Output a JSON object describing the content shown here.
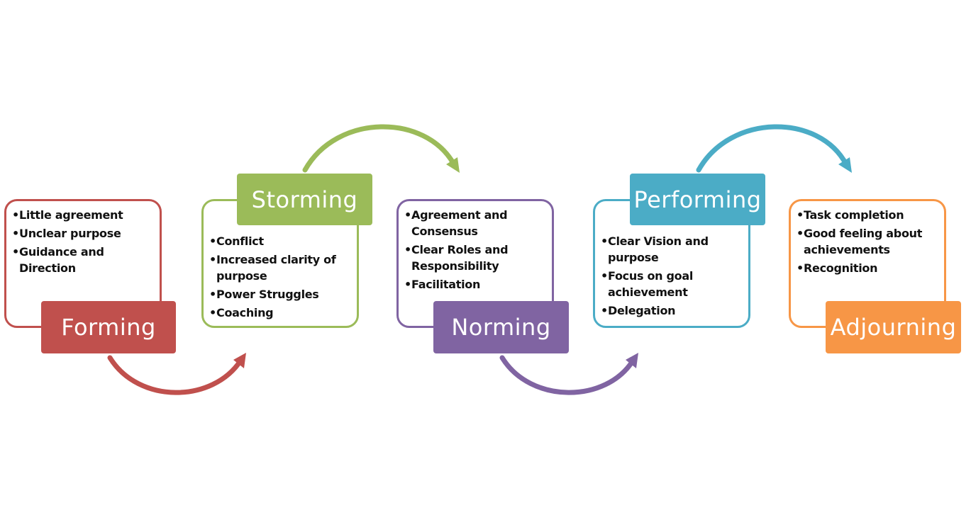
{
  "stages": [
    {
      "name": "Forming",
      "color": "#c0504d",
      "bullets": [
        "Little agreement",
        "Unclear purpose",
        "Guidance and Direction"
      ]
    },
    {
      "name": "Storming",
      "color": "#9bbb59",
      "bullets": [
        "Conflict",
        "Increased clarity of purpose",
        "Power Struggles",
        "Coaching"
      ]
    },
    {
      "name": "Norming",
      "color": "#8064a2",
      "bullets": [
        "Agreement and Consensus",
        "Clear Roles and Responsibility",
        "Facilitation"
      ]
    },
    {
      "name": "Performing",
      "color": "#4bacc6",
      "bullets": [
        "Clear Vision and purpose",
        "Focus on goal achievement",
        "Delegation"
      ]
    },
    {
      "name": "Adjourning",
      "color": "#f79646",
      "bullets": [
        "Task completion",
        "Good feeling about achievements",
        "Recognition"
      ]
    }
  ]
}
